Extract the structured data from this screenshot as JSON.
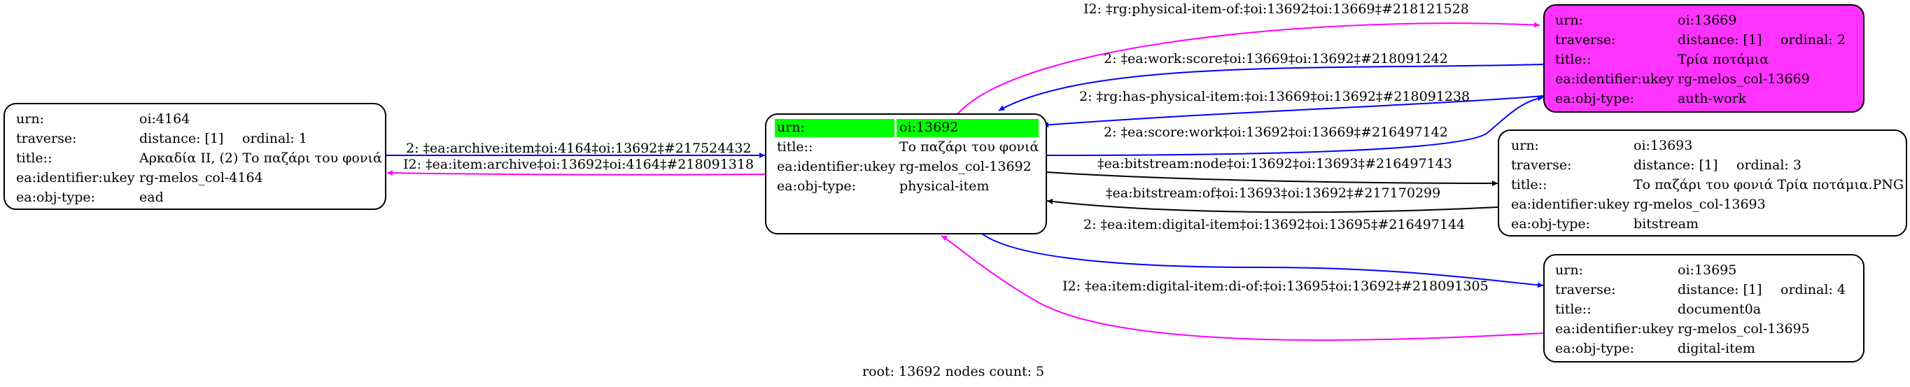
{
  "colors": {
    "blue_edge": "#0000ff",
    "magenta_edge": "#ff00ff",
    "black_edge": "#000000",
    "root_highlight": "#00ff00",
    "auth_work_fill": "#ff33ff"
  },
  "nodes": {
    "n4164": {
      "rows": [
        {
          "k": "urn:",
          "v": "oi:4164"
        },
        {
          "k": "traverse:",
          "v": "distance: [1]",
          "x": "ordinal: 1"
        },
        {
          "k": "title::",
          "v": "Αρκαδία ΙΙ, (2) Το παζάρι του φονιά"
        },
        {
          "k": "ea:identifier:ukey",
          "v": "rg-melos_col-4164"
        },
        {
          "k": "ea:obj-type:",
          "v": "ead"
        }
      ]
    },
    "n13692": {
      "rows": [
        {
          "k": "urn:",
          "v": "oi:13692"
        },
        {
          "k": "title::",
          "v": "Το παζάρι του φονιά"
        },
        {
          "k": "ea:identifier:ukey",
          "v": "rg-melos_col-13692"
        },
        {
          "k": "ea:obj-type:",
          "v": "physical-item"
        }
      ]
    },
    "n13669": {
      "rows": [
        {
          "k": "urn:",
          "v": "oi:13669"
        },
        {
          "k": "traverse:",
          "v": "distance: [1]",
          "x": "ordinal: 2"
        },
        {
          "k": "title::",
          "v": "Τρία ποτάμια"
        },
        {
          "k": "ea:identifier:ukey",
          "v": "rg-melos_col-13669"
        },
        {
          "k": "ea:obj-type:",
          "v": "auth-work"
        }
      ]
    },
    "n13693": {
      "rows": [
        {
          "k": "urn:",
          "v": "oi:13693"
        },
        {
          "k": "traverse:",
          "v": "distance: [1]",
          "x": "ordinal: 3"
        },
        {
          "k": "title::",
          "v": "Το παζάρι του φονιά Τρία ποτάμια.PNG"
        },
        {
          "k": "ea:identifier:ukey",
          "v": "rg-melos_col-13693"
        },
        {
          "k": "ea:obj-type:",
          "v": "bitstream"
        }
      ]
    },
    "n13695": {
      "rows": [
        {
          "k": "urn:",
          "v": "oi:13695"
        },
        {
          "k": "traverse:",
          "v": "distance: [1]",
          "x": "ordinal: 4"
        },
        {
          "k": "title::",
          "v": "document0a"
        },
        {
          "k": "ea:identifier:ukey",
          "v": "rg-melos_col-13695"
        },
        {
          "k": "ea:obj-type:",
          "v": "digital-item"
        }
      ]
    }
  },
  "edges": {
    "e1": "I2: ‡rg:physical-item-of:‡oi:13692‡oi:13669‡#218121528",
    "e2": "2: ‡ea:work:score‡oi:13669‡oi:13692‡#218091242",
    "e3": "2: ‡rg:has-physical-item:‡oi:13669‡oi:13692‡#218091238",
    "e4": "2: ‡ea:score:work‡oi:13692‡oi:13669‡#216497142",
    "e5": "‡ea:bitstream:node‡oi:13692‡oi:13693‡#216497143",
    "e6": "‡ea:bitstream:of‡oi:13693‡oi:13692‡#217170299",
    "e7": "2: ‡ea:item:digital-item‡oi:13692‡oi:13695‡#216497144",
    "e8": "I2: ‡ea:item:digital-item:di-of:‡oi:13695‡oi:13692‡#218091305",
    "e9": "2: ‡ea:archive:item‡oi:4164‡oi:13692‡#217524432",
    "e10": "I2: ‡ea:item:archive‡oi:13692‡oi:4164‡#218091318"
  },
  "caption": "root: 13692 nodes count: 5"
}
